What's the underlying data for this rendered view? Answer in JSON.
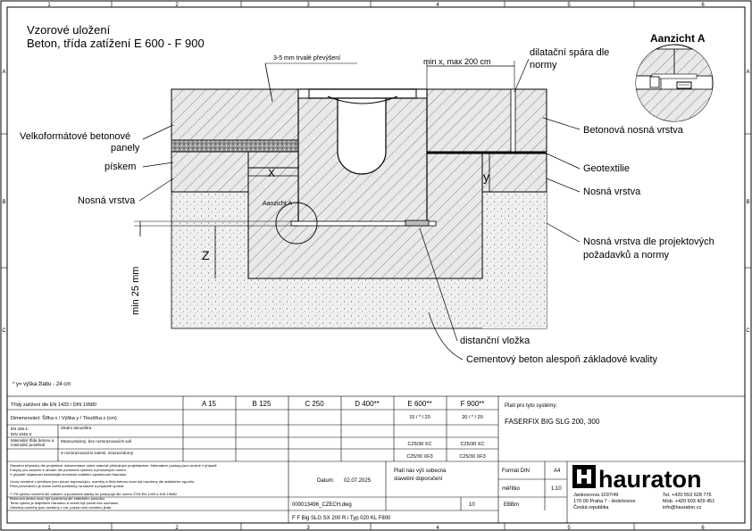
{
  "title": {
    "line1": "Vzorové uložení",
    "line2": "Beton, třída zatížení E 600 - F 900"
  },
  "grid": {
    "columns": [
      "1",
      "2",
      "3",
      "4",
      "5",
      "6"
    ],
    "rows": [
      "A",
      "B",
      "C"
    ]
  },
  "detail_view": {
    "title": "Aanzicht A",
    "marker": "Aanzicht A"
  },
  "dims": {
    "overlap": "3-5 mm trvalé převýšení",
    "min_x": "min x, max 200 cm",
    "x": "X",
    "y": "y",
    "z": "Z",
    "min25": "min 25 mm"
  },
  "labels_left": {
    "panels_1": "Velkoformátové betonové",
    "panels_2": "panely",
    "sand": "pískem",
    "base": "Nosná vrstva"
  },
  "labels_right": {
    "joint_1": "dilatační spára dle",
    "joint_2": "normy",
    "bearing": "Betonová nosná vrstva",
    "geotextile": "Geotextilie",
    "base": "Nosná vrstva",
    "project_1": "Nosná vrstva dle projektových",
    "project_2": "požadavků a normy"
  },
  "labels_bottom": {
    "spacer": "distanční vložka",
    "concrete": "Cementový beton alespoň základové kvality"
  },
  "footnote": "* y= výška žlabu - 24 cm",
  "table": {
    "std_1": "Třídy zatížení dle EN 1433 / DIN 19580",
    "classes": [
      "A 15",
      "B 125",
      "C 250",
      "D 400**",
      "E 600**",
      "F 900**"
    ],
    "dim_label": "Dimenzování: Šířka x / Výška y / Tloušťka z (cm)",
    "e_dims": "15 / * / 20",
    "f_dims": "20 / * / 20",
    "row2_a": "EN 206-1:",
    "row2_b": "DIN 1045-2:",
    "exposure": "Okolní atmosféra",
    "frost_a": "Minimální třída betonu a",
    "frost_b": "minimální prostředí",
    "no_salt": "Mrazuvzdorný, bez rozmrazovacích solí",
    "salt": "S rozmrazovacími solemi, mrazuvzdorný",
    "e_no_salt": "C25/30 XC",
    "f_no_salt": "C25/30 XC",
    "e_salt": "C25/30 XF3",
    "f_salt": "C25/30 XF3",
    "applies_to": "Platí pro tyto systémy:",
    "system": "FASERFIX BIG SLG 200, 300",
    "notes_1": "Stavební přípravky dle projektové dokumentace nutné stanovit příslušným projektantem. Alternativní postupy jsou možné v případě",
    "notes_2": "Pokyny pro osazení a užívání dle podmínek výrobce a příslušných norem.",
    "notes_3": "V případě nejasností kontaktujte technické oddělení společnosti Hauraton.",
    "notes_4": "Vzory uvedené v předloze jsou pouze doporučující, rozměry a třída betonu musí být navrženy dle statického výpočtu.",
    "notes_5": "Před provedením je nutné ověřit podmínky na stavbě a případně upravit.",
    "notes_6": "** Při výběru rozměrů dle zatížení a podmínek stavby se postupuje dle norem ČSN EN 1433 a DIN 19580.",
    "notes_7": "Betonová deska musí být vyztužena dle statického posudku.",
    "notes_8": "Tento výkres je majetkem Hauraton a nesmí být použit bez souhlasu.",
    "notes_9": "Všechny rozměry jsou uvedeny v cm, pokud není uvedeno jinak.",
    "drawing_note_1": "Platí nás výš sobecná",
    "drawing_note_2": "stavební doporučení",
    "date_label": "Datum:",
    "date": "02.07.2025",
    "format_label": "Formát DIN",
    "format": "A4",
    "scale_label": "měřítko",
    "scale": "1:10",
    "file": "000013496_CZECH.dwg",
    "sheet": "10",
    "ebm": "EBBm",
    "code": "F F Big SLG SX 200 R i Typ 020 KL F800"
  },
  "company": {
    "name": "hauraton",
    "addr_1": "Jankovcova 1037/49",
    "addr_2": "170 00 Praha 7 - Holešovice",
    "addr_3": "Česká republika",
    "tel": "Tel. +420 553 628 776",
    "mob": "Mob. +420 603 429 451",
    "email": "info@hauraton.cz"
  }
}
